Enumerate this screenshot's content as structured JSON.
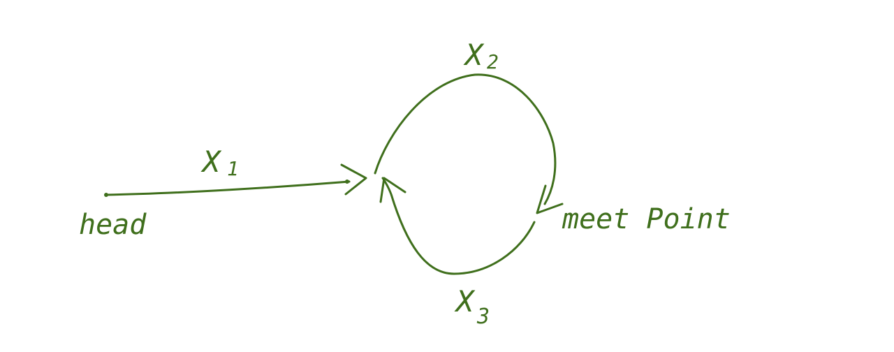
{
  "diagram": {
    "ink_color": "#3f6f1c",
    "labels": {
      "head": "head",
      "meet_point": "meet Point",
      "x1_letter": "X",
      "x1_sub": "1",
      "x2_letter": "X",
      "x2_sub": "2",
      "x3_letter": "X",
      "x3_sub": "3"
    }
  }
}
